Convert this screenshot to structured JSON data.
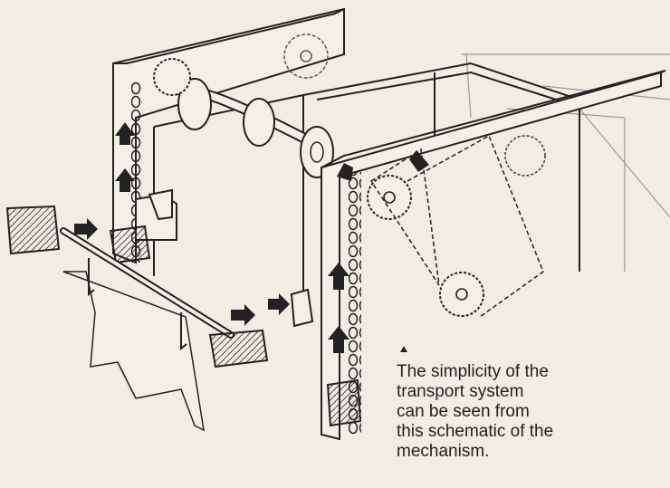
{
  "colors": {
    "paper": "#f1ece4",
    "ink": "#222222"
  },
  "caption": {
    "marker": "▲",
    "lines": [
      "The simplicity of the",
      "transport system",
      "can be seen from",
      "this schematic of the",
      "mechanism."
    ]
  }
}
